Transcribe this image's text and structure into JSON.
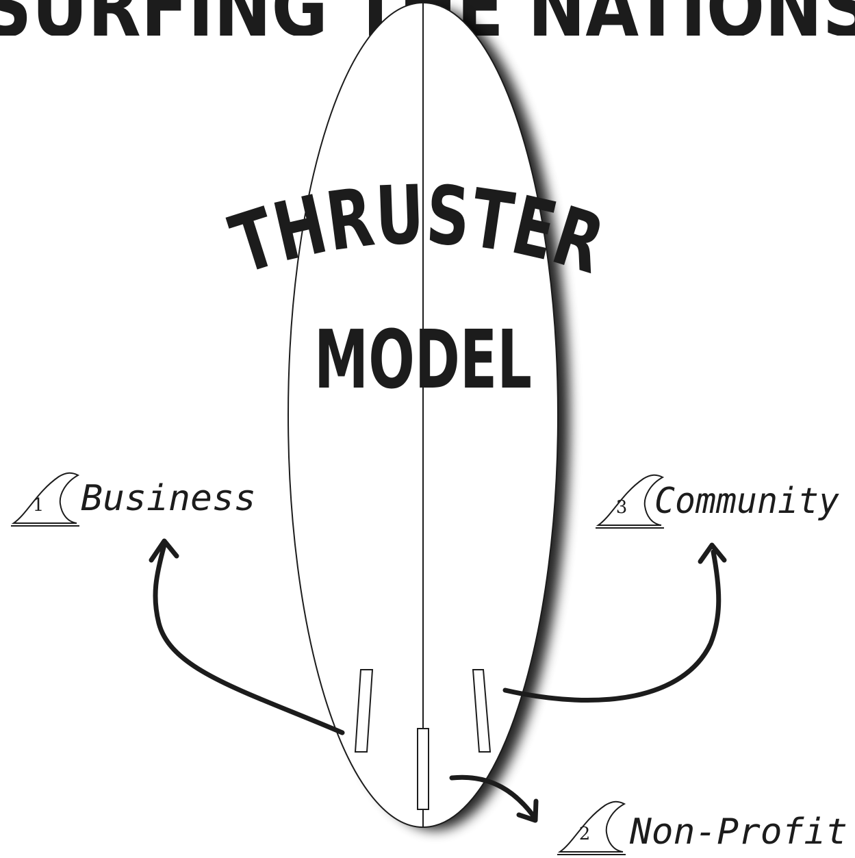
{
  "header_partial": "SURFING THE NATIONS",
  "title": {
    "line1": "THRUSTER",
    "line2": "MODEL"
  },
  "fins": [
    {
      "number": "1",
      "label": "Business"
    },
    {
      "number": "2",
      "label": "Non-Profit"
    },
    {
      "number": "3",
      "label": "Community"
    }
  ],
  "colors": {
    "ink": "#1c1c1c",
    "background": "#ffffff",
    "shadow": "#000000"
  },
  "icons": {
    "fin": "surf-fin-icon",
    "arrow": "curved-arrow-icon"
  }
}
